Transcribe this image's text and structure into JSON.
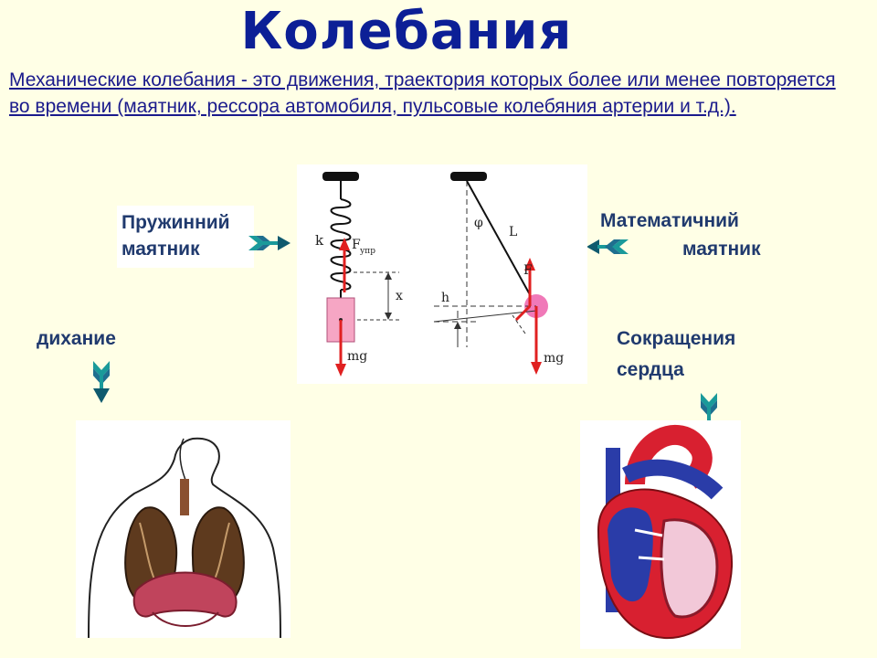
{
  "title": "Колебания",
  "intro": "Механические колебания - это движения, траектория  которых более или менее повторяется во времени (маятник, рессора автомобиля, пульсовые колебяния артерии и т.д.).",
  "labels": {
    "spring_pendulum": "Пружинний маятник",
    "math_pendulum_line1": "Математичний",
    "math_pendulum_line2": "маятник",
    "breathing": "дихание",
    "heart_line1": "Сокращения",
    "heart_line2": "сердца"
  },
  "diagram_labels": {
    "k": "k",
    "f_upr": "F",
    "f_upr_sub": "упр",
    "x": "x",
    "mg_left": "mg",
    "phi": "φ",
    "L": "L",
    "F": "F",
    "h": "h",
    "mg_right": "mg"
  },
  "colors": {
    "title": "#0c1f96",
    "text": "#1a1a8c",
    "label": "#203a6e",
    "background": "#ffffe6",
    "arrow_teal": "#1a9a9a",
    "force_red": "#e02020"
  },
  "icons": [
    "arrow-right-icon",
    "arrow-left-icon",
    "arrow-down-icon",
    "arrow-down-icon"
  ]
}
